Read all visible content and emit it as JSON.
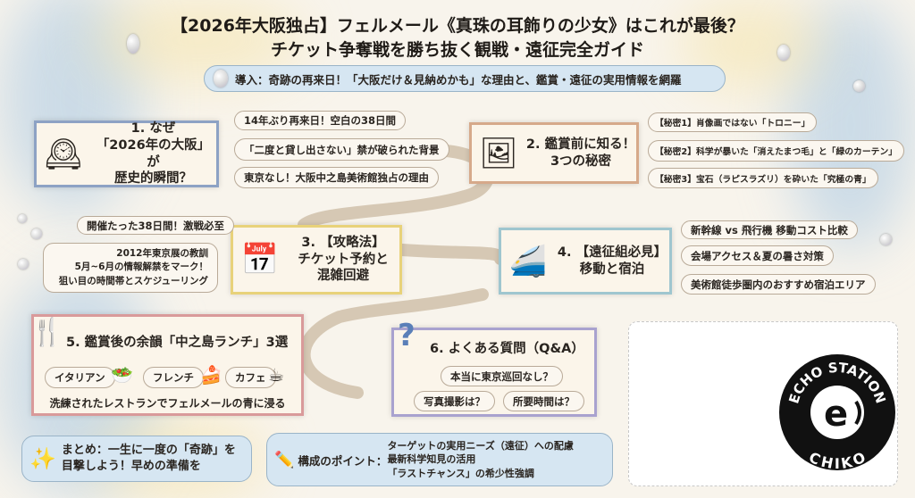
{
  "title": {
    "line1": "【2026年大阪独占】フェルメール《真珠の耳飾りの少女》はこれが最後？",
    "line2": "チケット争奪戦を勝ち抜く観戦・遠征完全ガイド"
  },
  "intro": "導入：奇跡の再来日！「大阪だけ＆見納めかも」な理由と、鑑賞・遠征の実用情報を網羅",
  "sections": [
    {
      "label": "1. なぜ\n「2026年の大阪」が\n歴史的瞬間？",
      "icon": "clock-map-icon",
      "items": [
        "14年ぶり再来日！空白の38日間",
        "「二度と貸し出さない」禁が破られた背景",
        "東京なし！大阪中之島美術館独占の理由"
      ]
    },
    {
      "label": "2. 鑑賞前に知る！\n3つの秘密",
      "icon": "painting-magnifier-icon",
      "items": [
        "【秘密1】肖像画ではない「トロニー」",
        "【秘密2】科学が暴いた「消えたまつ毛」と「緑のカーテン」",
        "【秘密3】宝石（ラピスラズリ）を砕いた「究極の青」"
      ]
    },
    {
      "label": "3. 【攻略法】\nチケット予約と\n混雑回避",
      "icon": "calendar-ticket-icon",
      "items": [
        "開催たった38日間！激戦必至",
        "2012年東京展の教訓\n5月~6月の情報解禁をマーク！\n狙い目の時間帯とスケジューリング"
      ]
    },
    {
      "label": "4. 【遠征組必見】\n移動と宿泊",
      "icon": "train-plane-icon",
      "items": [
        "新幹線 vs 飛行機 移動コスト比較",
        "会場アクセス＆夏の暑さ対策",
        "美術館徒歩圏内のおすすめ宿泊エリア"
      ]
    },
    {
      "label": "5. 鑑賞後の余韻「中之島ランチ」3選",
      "icon": "fork-spoon-icon",
      "items": [
        "イタリアン",
        "フレンチ",
        "カフェ"
      ],
      "note": "洗練されたレストランでフェルメールの青に浸る"
    },
    {
      "label": "6. よくある質問（Q&A）",
      "icon": "question-icon",
      "items": [
        "本当に東京巡回なし？",
        "写真撮影は？",
        "所要時間は？"
      ]
    }
  ],
  "summary": "まとめ：一生に一度の「奇跡」を\n目撃しよう！早めの準備を",
  "points": {
    "label": "構成のポイント：",
    "items": [
      "ターゲットの実用ニーズ（遠征）への配慮",
      "最新科学知見の活用",
      "「ラストチャンス」の希少性強調"
    ]
  },
  "logo": {
    "top": "ECHO STATION",
    "bottom": "CHIKO"
  }
}
